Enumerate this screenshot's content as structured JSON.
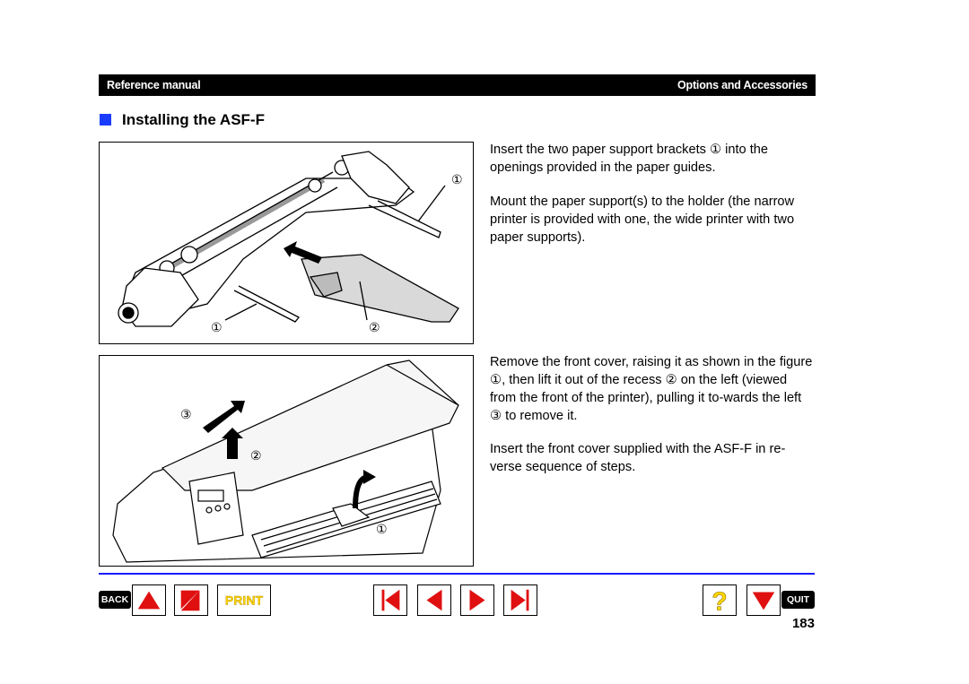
{
  "header": {
    "left": "Reference manual",
    "right": "Options and Accessories"
  },
  "section": {
    "title": "Installing the ASF-F"
  },
  "figure1": {
    "callouts": [
      "①",
      "①",
      "②"
    ]
  },
  "figure2": {
    "callouts": [
      "③",
      "②",
      "①"
    ]
  },
  "paragraphs": [
    "Insert the two paper support brackets ① into the openings provided in the paper guides.",
    "Mount the paper support(s) to the holder (the narrow printer is provided with one, the wide printer with two paper supports).",
    "Remove the front cover, raising it as shown in the figure ①, then lift it out of the recess ② on the left (viewed from the front of the printer), pulling it to-wards the left ③ to remove it.",
    "Insert the front cover supplied with the ASF-F in re-verse sequence of steps."
  ],
  "nav": {
    "back_label": "BACK",
    "print_label": "PRINT",
    "quit_label": "QUIT",
    "help_label": "?"
  },
  "page_number": "183",
  "colors": {
    "accent_blue": "#1a3cff",
    "nav_red": "#e01010",
    "print_yellow": "#ffd800"
  },
  "icons": [
    "back-icon",
    "forward-icon",
    "print-icon",
    "first-page-icon",
    "previous-page-icon",
    "next-page-icon",
    "last-page-icon",
    "help-icon",
    "quit-icon"
  ]
}
